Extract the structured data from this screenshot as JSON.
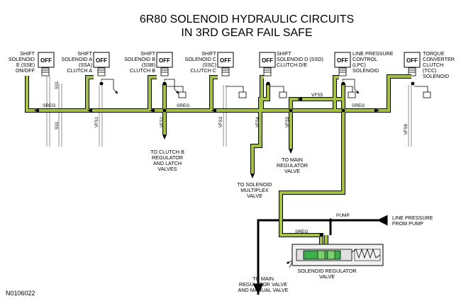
{
  "title": {
    "line1": "6R80 SOLENOID HYDRAULIC CIRCUITS",
    "line2": "IN 3RD GEAR FAIL SAFE"
  },
  "solenoids": [
    {
      "id": "sse",
      "state": "OFF",
      "label": [
        "SHIFT",
        "SOLENOID",
        "E (SSE)",
        "ON/OFF"
      ]
    },
    {
      "id": "ssa",
      "state": "OFF",
      "label": [
        "SHIFT",
        "SOLENOID A",
        "(SSA)",
        "CLUTCH A"
      ]
    },
    {
      "id": "ssb",
      "state": "OFF",
      "label": [
        "SHIFT",
        "SOLENOID B",
        "(SSB)",
        "CLUTCH B"
      ]
    },
    {
      "id": "ssc",
      "state": "OFF",
      "label": [
        "SHIFT",
        "SOLENOID C",
        "(SSC)",
        "CLUTCH C"
      ]
    },
    {
      "id": "ssd",
      "state": "OFF",
      "label": [
        "SHIFT",
        "SOLENOID D (SSD)",
        "CLUTCH D/E"
      ]
    },
    {
      "id": "lpc",
      "state": "OFF",
      "label": [
        "LINE PRESSURE",
        "CONTROL",
        "(LPC)",
        "SOLENOID"
      ]
    },
    {
      "id": "tcc",
      "state": "OFF",
      "label": [
        "TORQUE",
        "CONVERTER",
        "CLUTCH",
        "(TCC)",
        "SOLENOID"
      ]
    }
  ],
  "circuits": {
    "ss1_upper": "SS1",
    "ss1_lower": "SS1",
    "vfs1": "VFS1",
    "vfs2": "VFS2",
    "vfs3": "VFS3",
    "vfs4": "VFS4",
    "vfs5_vertical": "VFS5",
    "vfs5_horizontal": "VFS5",
    "vfs6": "VFS6",
    "sreg_left": "SREG",
    "sreg_mid": "SREG",
    "sreg_right": "SREG",
    "sreg_bottom": "SREG",
    "pump": "PUMP"
  },
  "destinations": {
    "clutch_b": [
      "TO CLUTCH B",
      "REGULATOR",
      "AND LATCH",
      "VALVES"
    ],
    "main_regulator": [
      "TO MAIN",
      "REGULATOR",
      "VALVE"
    ],
    "solenoid_multiplex": [
      "TO SOLENOID",
      "MULTIPLEX",
      "VALVE"
    ],
    "line_pressure": [
      "LINE PRESSURE",
      "FROM PUMP"
    ],
    "main_regulator_manual": [
      "TO MAIN",
      "REGULATOR VALVE",
      "AND MANUAL VALVE"
    ]
  },
  "solenoid_regulator_label": [
    "SOLENOID REGULATOR",
    "VALVE"
  ],
  "figure_code": "N0106022",
  "colors": {
    "sreg_fluid": "#a6c438",
    "valve_fluid": "#3ab04a",
    "line_pressure": "#000000"
  }
}
